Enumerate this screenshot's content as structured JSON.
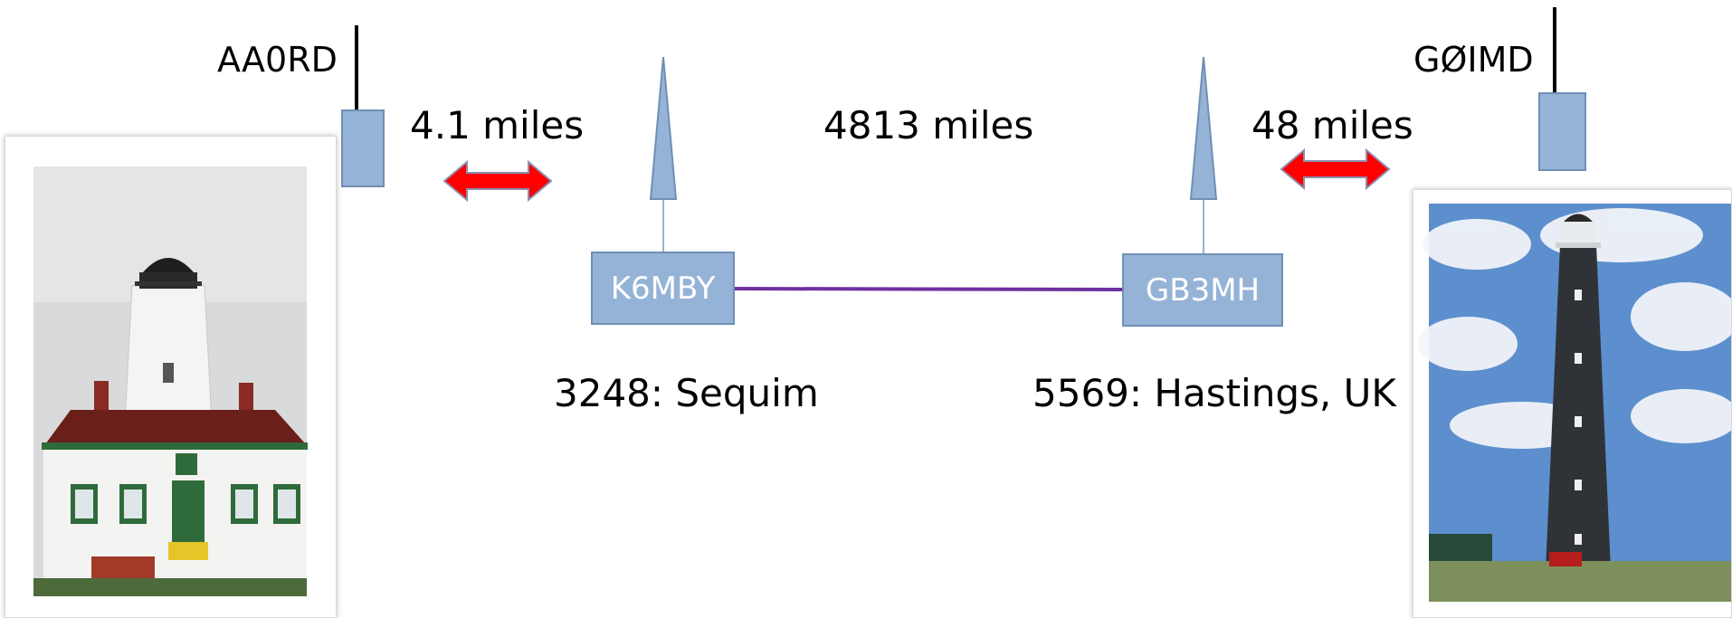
{
  "stations": {
    "left_user": {
      "callsign": "AA0RD"
    },
    "right_user": {
      "callsign": "GØIMD"
    },
    "left_repeater": {
      "callsign": "K6MBY",
      "node_label": "3248: Sequim"
    },
    "right_repeater": {
      "callsign": "GB3MH",
      "node_label": "5569: Hastings, UK"
    }
  },
  "distances": {
    "left_link": "4.1 miles",
    "internet_link": "4813 miles",
    "right_link": "48 miles"
  },
  "colors": {
    "box_fill": "#95b3d7",
    "box_border": "#6f8fb4",
    "arrow_fill": "#ff0000",
    "link_line": "#7030a0"
  }
}
